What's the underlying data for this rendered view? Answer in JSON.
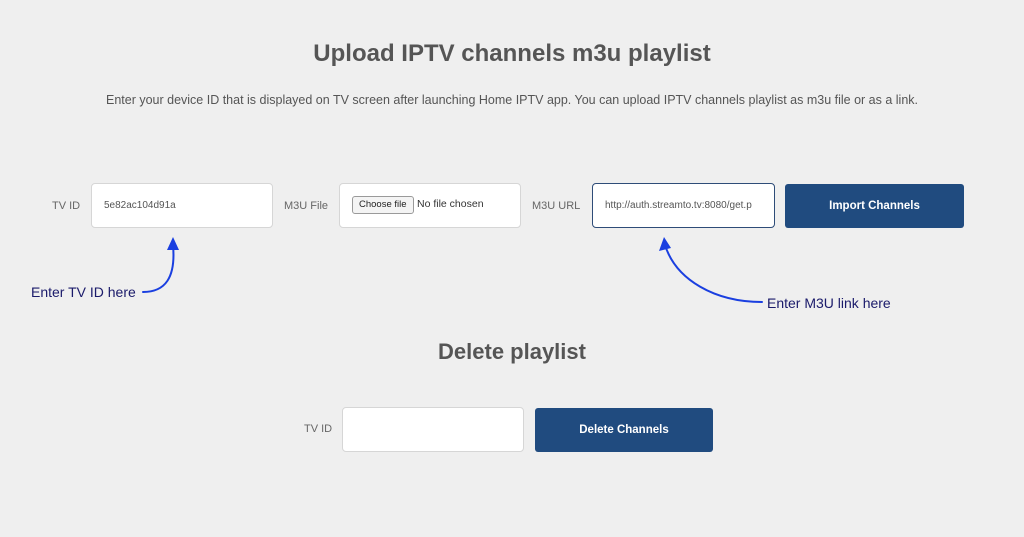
{
  "upload": {
    "title": "Upload IPTV channels m3u playlist",
    "subtitle": "Enter your device ID that is displayed on TV screen after launching Home IPTV app. You can upload IPTV channels playlist as m3u file or as a link.",
    "tv_id_label": "TV ID",
    "tv_id_value": "5e82ac104d91a",
    "m3u_file_label": "M3U File",
    "choose_file_label": "Choose file",
    "no_file_text": "No file chosen",
    "m3u_url_label": "M3U URL",
    "m3u_url_value": "http://auth.streamto.tv:8080/get.p",
    "import_button": "Import Channels"
  },
  "annotations": {
    "tv_id_hint": "Enter TV ID here",
    "m3u_hint": "Enter M3U link here",
    "arrow_color": "#1a3fe0"
  },
  "delete": {
    "title": "Delete playlist",
    "tv_id_label": "TV ID",
    "tv_id_value": "",
    "delete_button": "Delete Channels"
  },
  "colors": {
    "background": "#efefef",
    "button": "#204b7f",
    "focused_border": "#2e4c78"
  }
}
